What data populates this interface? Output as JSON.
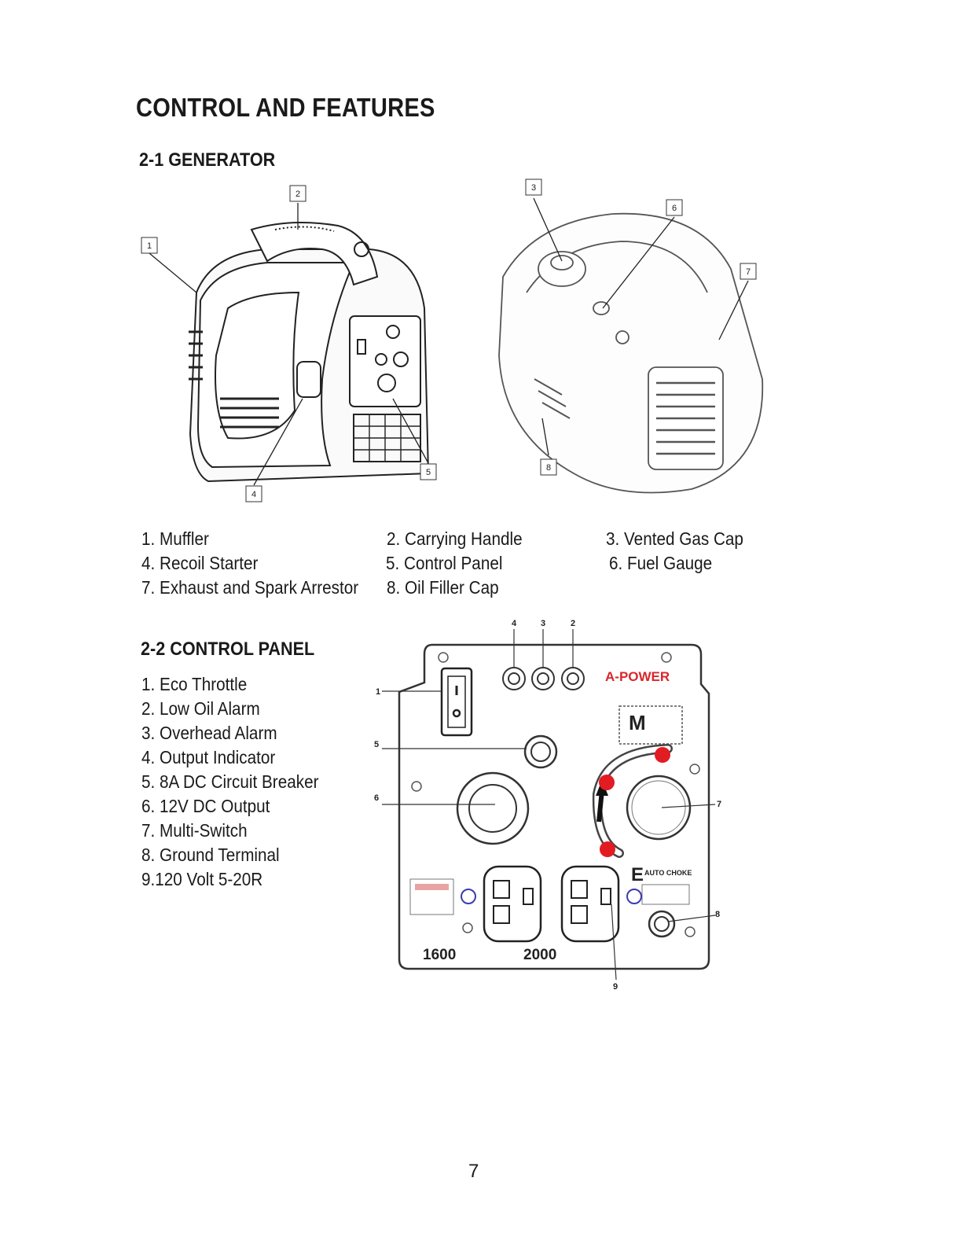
{
  "page": {
    "title": "CONTROL AND FEATURES",
    "page_number": "7"
  },
  "generator": {
    "heading": "2-1 GENERATOR",
    "callouts": [
      "1",
      "2",
      "3",
      "4",
      "5",
      "6",
      "7",
      "8"
    ],
    "features": [
      "1. Muffler",
      "2. Carrying Handle",
      "3. Vented Gas Cap",
      "4. Recoil Starter",
      "5. Control Panel",
      "6. Fuel Gauge",
      "7. Exhaust and Spark Arrestor",
      "8. Oil Filler Cap"
    ]
  },
  "control_panel": {
    "heading": "2-2 CONTROL PANEL",
    "items": [
      "1. Eco Throttle",
      "2. Low Oil Alarm",
      "3. Overhead Alarm",
      "4. Output Indicator",
      "5. 8A DC Circuit Breaker",
      "6. 12V DC Output",
      "7. Multi-Switch",
      "8. Ground Terminal",
      "9.120 Volt 5-20R"
    ],
    "callouts": [
      "1",
      "2",
      "3",
      "4",
      "5",
      "6",
      "7",
      "8",
      "9"
    ],
    "brand": "A-POWER",
    "badge_m": "M",
    "badge_e": "E",
    "auto_choke": "AUTO CHOKE",
    "rating_1": "1600",
    "rating_2": "2000"
  }
}
